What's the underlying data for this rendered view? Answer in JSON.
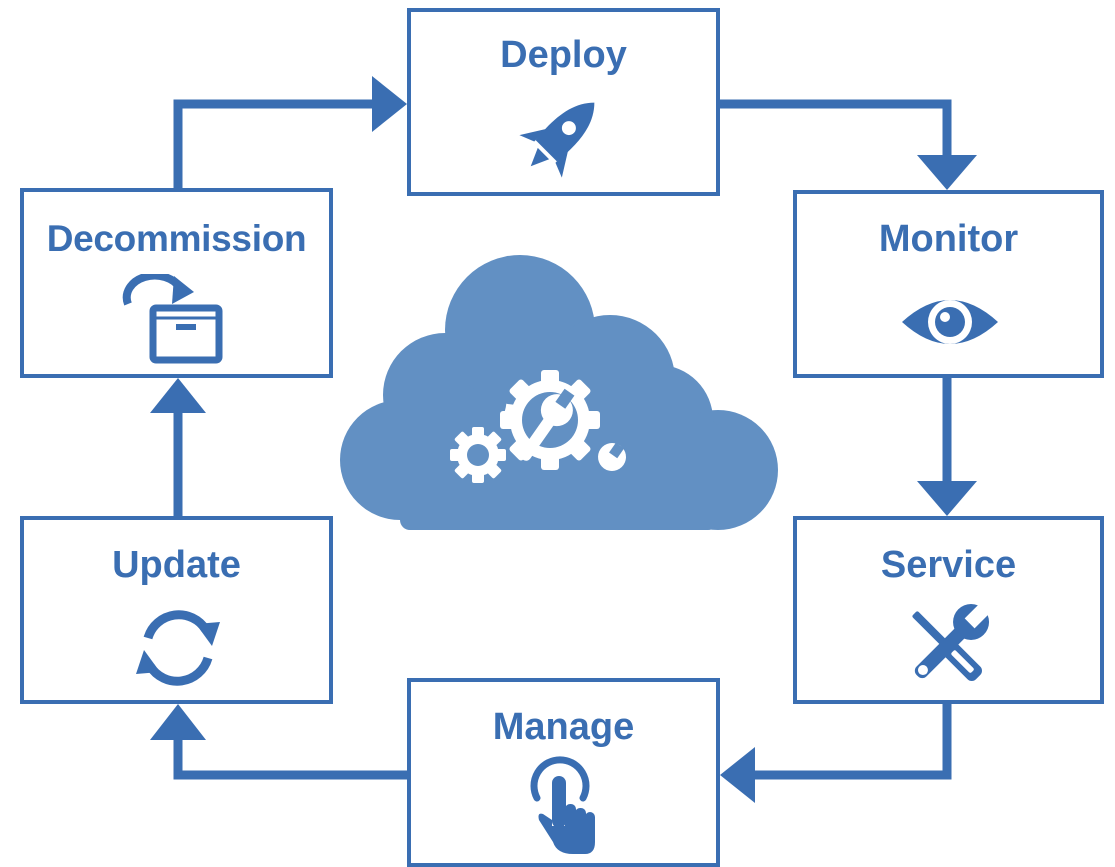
{
  "diagram": {
    "stages": [
      {
        "id": "deploy",
        "label": "Deploy",
        "icon": "rocket-icon"
      },
      {
        "id": "monitor",
        "label": "Monitor",
        "icon": "eye-icon"
      },
      {
        "id": "service",
        "label": "Service",
        "icon": "wrench-screwdriver-icon"
      },
      {
        "id": "manage",
        "label": "Manage",
        "icon": "hand-pointer-icon"
      },
      {
        "id": "update",
        "label": "Update",
        "icon": "refresh-cycle-icon"
      },
      {
        "id": "decommission",
        "label": "Decommission",
        "icon": "archive-box-icon"
      }
    ],
    "center_icon": "cloud-gears-wrench-icon",
    "flow": [
      "deploy",
      "monitor",
      "service",
      "manage",
      "update",
      "decommission",
      "deploy"
    ]
  },
  "colors": {
    "stroke": "#3a6eb2",
    "cloud": "#6290c3",
    "background": "#ffffff"
  }
}
